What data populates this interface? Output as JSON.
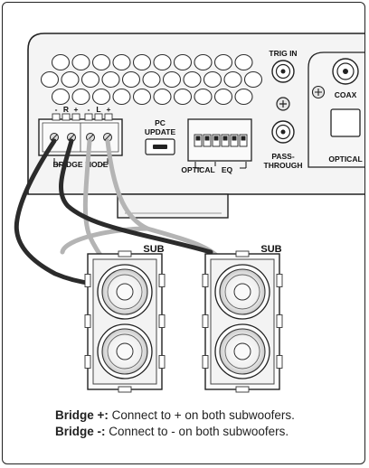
{
  "amplifier": {
    "terminal_marks": [
      "-",
      "R",
      "+",
      "-",
      "L",
      "+"
    ],
    "bridge_mode": "BRIDGE MODE",
    "pc_update_line1": "PC",
    "pc_update_line2": "UPDATE",
    "optical": "OPTICAL",
    "eq": "EQ",
    "trig_in": "TRIG IN",
    "pass_line1": "PASS-",
    "pass_line2": "THROUGH",
    "coax": "COAX",
    "optical_right": "OPTICAL"
  },
  "subwoofers": [
    {
      "label": "SUB"
    },
    {
      "label": "SUB"
    }
  ],
  "wires": {
    "dark_color": "#2b2b2b",
    "light_color": "#b4b4b4"
  },
  "caption": {
    "line1_bold": "Bridge +:",
    "line1_text": "Connect to + on both subwoofers.",
    "line2_bold": "Bridge -:",
    "line2_text": "Connect to - on both subwoofers."
  }
}
